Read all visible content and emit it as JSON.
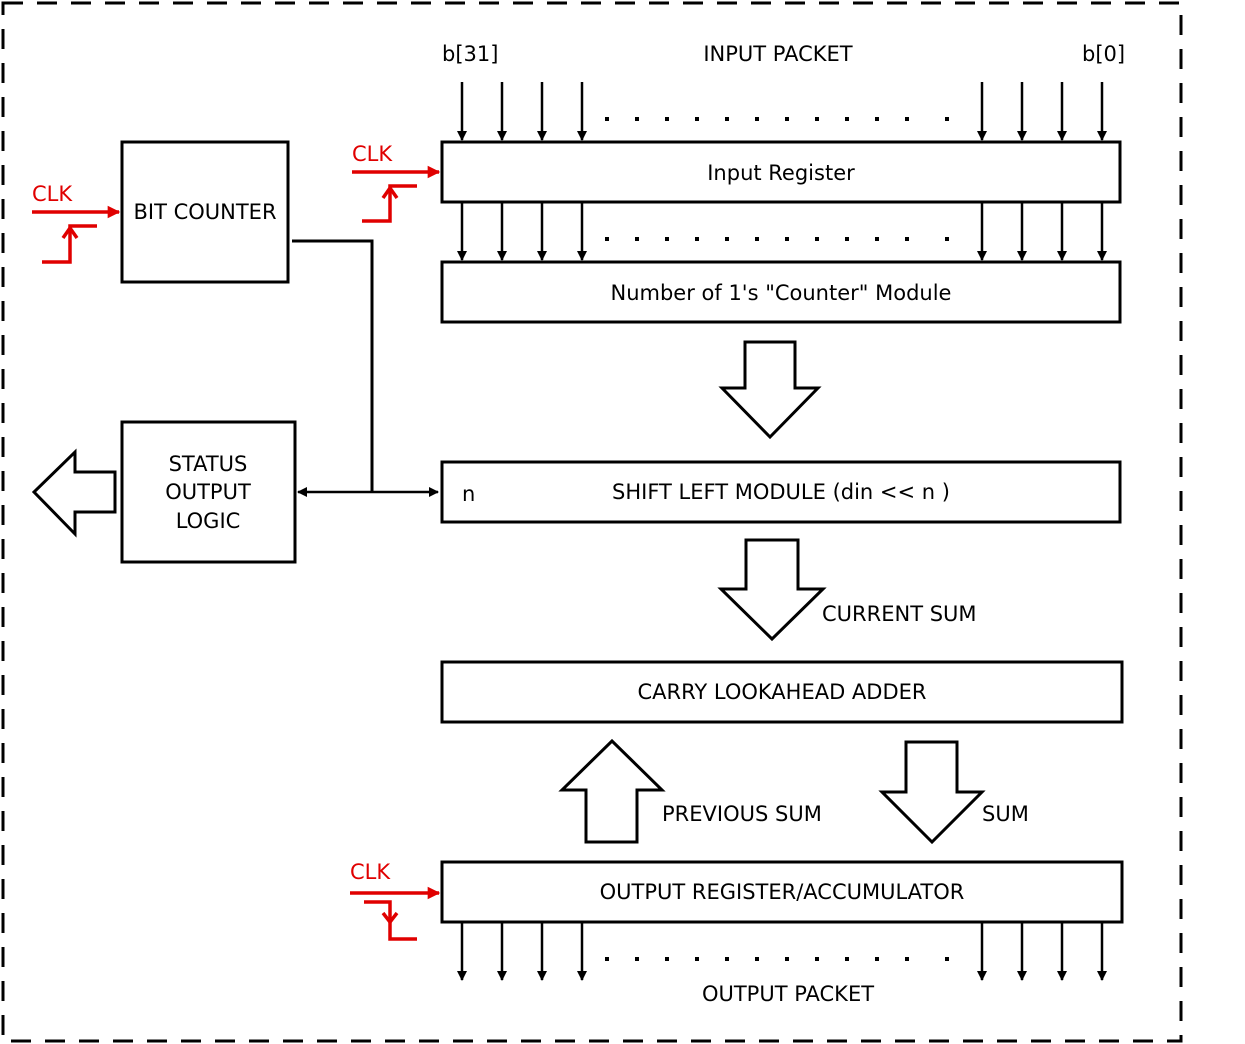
{
  "labels": {
    "input_packet": "INPUT PACKET",
    "msb": "b[31]",
    "lsb": "b[0]",
    "output_packet": "OUTPUT PACKET",
    "current_sum": "CURRENT SUM",
    "previous_sum": "PREVIOUS SUM",
    "sum": "SUM",
    "shift_amount": "n",
    "clk": "CLK"
  },
  "blocks": {
    "bit_counter": "BIT COUNTER",
    "status_output_logic": [
      "STATUS",
      "OUTPUT",
      "LOGIC"
    ],
    "input_register": "Input Register",
    "counter_module": "Number of 1's \"Counter\" Module",
    "shift_left_module": "SHIFT LEFT MODULE (din << n )",
    "carry_lookahead_adder": "CARRY LOOKAHEAD ADDER",
    "output_register": "OUTPUT REGISTER/ACCUMULATOR"
  },
  "colors": {
    "clock": "#e00000",
    "line": "#000000"
  }
}
